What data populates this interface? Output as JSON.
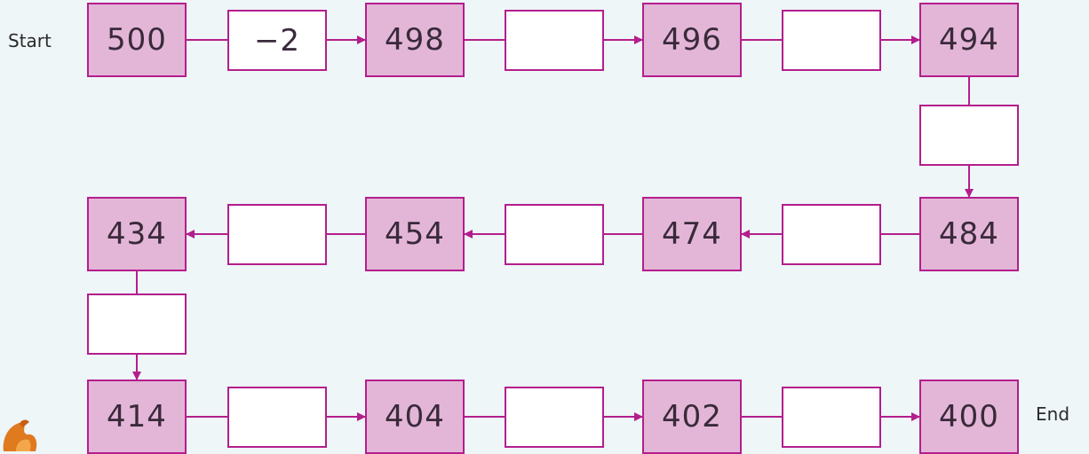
{
  "labels": {
    "start": "Start",
    "end": "End"
  },
  "rows": [
    [
      {
        "type": "number",
        "value": "500"
      },
      {
        "type": "operation",
        "value": "−2"
      },
      {
        "type": "number",
        "value": "498"
      },
      {
        "type": "operation",
        "value": ""
      },
      {
        "type": "number",
        "value": "496"
      },
      {
        "type": "operation",
        "value": ""
      },
      {
        "type": "number",
        "value": "494"
      }
    ],
    [
      {
        "type": "number",
        "value": "434"
      },
      {
        "type": "operation",
        "value": ""
      },
      {
        "type": "number",
        "value": "454"
      },
      {
        "type": "operation",
        "value": ""
      },
      {
        "type": "number",
        "value": "474"
      },
      {
        "type": "operation",
        "value": ""
      },
      {
        "type": "number",
        "value": "484"
      }
    ],
    [
      {
        "type": "number",
        "value": "414"
      },
      {
        "type": "operation",
        "value": ""
      },
      {
        "type": "number",
        "value": "404"
      },
      {
        "type": "operation",
        "value": ""
      },
      {
        "type": "number",
        "value": "402"
      },
      {
        "type": "operation",
        "value": ""
      },
      {
        "type": "number",
        "value": "400"
      }
    ]
  ],
  "connectors": {
    "right_vertical": {
      "type": "operation",
      "value": ""
    },
    "left_vertical": {
      "type": "operation",
      "value": ""
    }
  },
  "colors": {
    "number_fill": "#e3b6d8",
    "operation_fill": "#ffffff",
    "border": "#b41e8c",
    "arrow": "#b41e8c",
    "background": "#eef6f8"
  },
  "mascot_icon": "squirrel-icon"
}
